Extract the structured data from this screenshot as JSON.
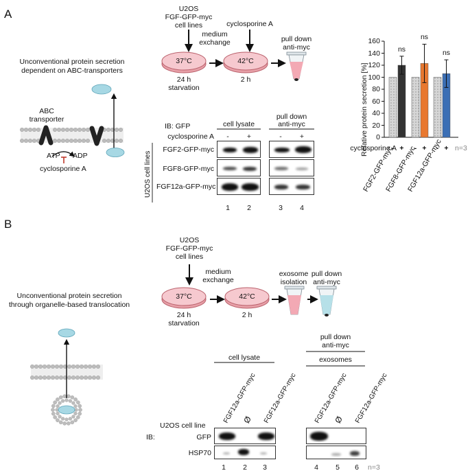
{
  "panel_a": {
    "label": "A",
    "caption": [
      "Unconventional protein secretion",
      "dependent on ABC-transporters"
    ],
    "abc_label": [
      "ABC",
      "transporter"
    ],
    "atp": "ATP",
    "adp": "ADP",
    "inhibitor": "cyclosporine A",
    "workflow": {
      "cells": [
        "U2OS",
        "FGF-GFP-myc",
        "cell lines"
      ],
      "exchange": [
        "medium",
        "exchange"
      ],
      "treatment": "cyclosporine A",
      "pulldown": [
        "pull down",
        "anti-myc"
      ],
      "dish1_temp": "37°C",
      "dish1_time": [
        "24 h",
        "starvation"
      ],
      "dish2_temp": "42°C",
      "dish2_time": "2 h"
    },
    "blot": {
      "ib": "IB: GFP",
      "group_lysate": "cell lysate",
      "group_pulldown": [
        "pull down",
        "anti-myc"
      ],
      "treatment_row": "cyclosporine A",
      "signs": [
        "-",
        "+",
        "-",
        "+"
      ],
      "side_label": "U2OS cell lines",
      "rows": [
        "FGF2-GFP-myc",
        "FGF8-GFP-myc",
        "FGF12a-GFP-myc"
      ],
      "lanes": [
        "1",
        "2",
        "3",
        "4"
      ]
    }
  },
  "panel_b": {
    "label": "B",
    "caption": [
      "Unconventional protein secretion",
      "through organelle-based translocation"
    ],
    "workflow": {
      "cells": [
        "U2OS",
        "FGF-GFP-myc",
        "cell lines"
      ],
      "exchange": [
        "medium",
        "exchange"
      ],
      "exosome": [
        "exosome",
        "isolation"
      ],
      "pulldown": [
        "pull down",
        "anti-myc"
      ],
      "dish1_temp": "37°C",
      "dish1_time": [
        "24 h",
        "starvation"
      ],
      "dish2_temp": "42°C",
      "dish2_time": "2 h"
    },
    "blot": {
      "header_pulldown": [
        "pull down",
        "anti-myc"
      ],
      "group_lysate": "cell lysate",
      "group_exosomes": "exosomes",
      "lane_labels": [
        "FGF12a-GFP-myc",
        "Ø",
        "FGF12a-GFP-myc",
        "FGF12a-GFP-myc",
        "Ø",
        "FGF12a-GFP-myc"
      ],
      "cell_line_label": "U2OS cell line",
      "ib": "IB:",
      "rows": [
        "GFP",
        "HSP70"
      ],
      "lanes": [
        "1",
        "2",
        "3",
        "4",
        "5",
        "6"
      ],
      "n": "n=3"
    }
  },
  "chart_data": {
    "type": "bar",
    "ylabel": "Relative protein secretion [%]",
    "ylim": [
      0,
      160
    ],
    "yticks": [
      0,
      20,
      40,
      60,
      80,
      100,
      120,
      140,
      160
    ],
    "categories": [
      "FGF2-GFP-myc",
      "FGF8-GFP-myc",
      "FGF12a-GFP-myc"
    ],
    "treatment_label": "cyclosporine A",
    "treatment_signs": [
      "-",
      "+"
    ],
    "n": "n=3",
    "significance": [
      "ns",
      "ns",
      "ns"
    ],
    "series": [
      {
        "values": [
          100,
          100,
          100
        ],
        "error": [
          0,
          0,
          0
        ]
      },
      {
        "values": [
          120,
          123,
          106
        ],
        "error": [
          15,
          32,
          23
        ]
      }
    ],
    "colors": {
      "control": "#d3d3d3",
      "treated": [
        "#333333",
        "#e8782f",
        "#3b6fb5"
      ]
    }
  }
}
